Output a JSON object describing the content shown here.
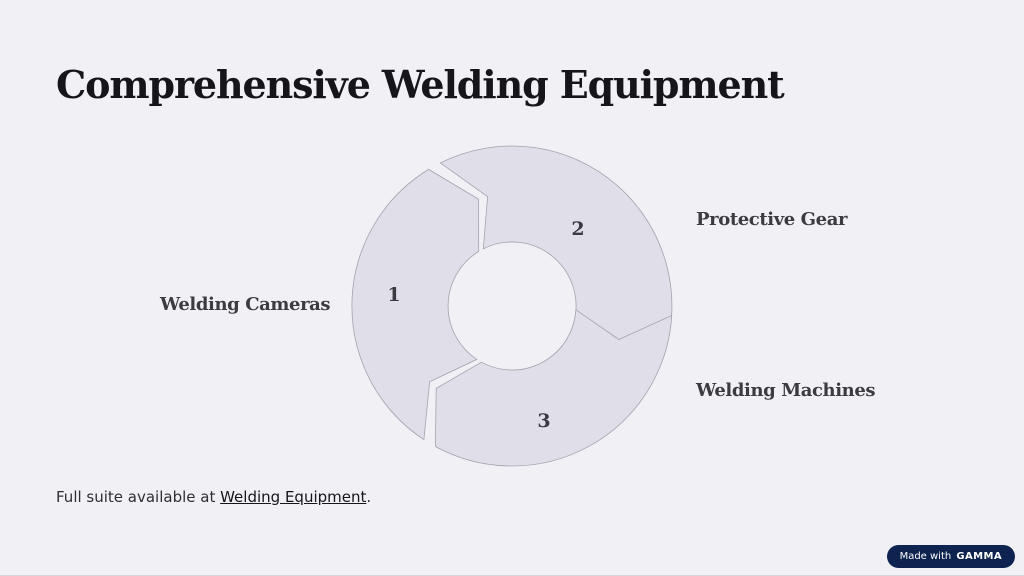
{
  "title": "Comprehensive Welding Equipment",
  "cycle": {
    "segments": [
      {
        "number": "1",
        "label": "Welding Cameras"
      },
      {
        "number": "2",
        "label": "Protective Gear"
      },
      {
        "number": "3",
        "label": "Welding Machines"
      }
    ],
    "colors": {
      "fill": "#e0dfe9",
      "stroke": "#a3a2ad"
    }
  },
  "footer": {
    "prefix": "Full suite available at ",
    "link_text": "Welding Equipment",
    "suffix": "."
  },
  "badge": {
    "prefix": "Made with",
    "brand": "GAMMA"
  }
}
